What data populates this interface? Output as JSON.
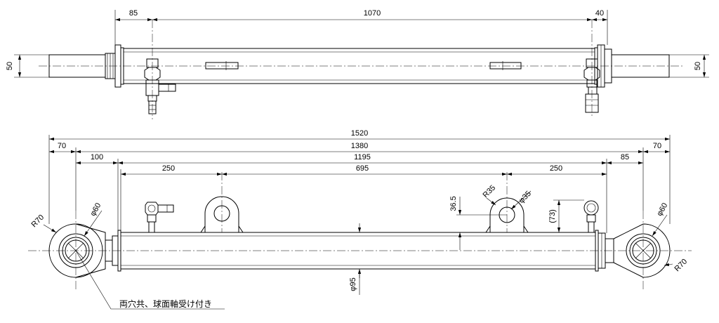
{
  "top_view": {
    "dims": {
      "d85": "85",
      "d1070": "1070",
      "d40": "40",
      "d50_left": "50",
      "d50_right": "50"
    }
  },
  "front_view": {
    "dims": {
      "d1520": "1520",
      "d1380": "1380",
      "d70_left": "70",
      "d70_right": "70",
      "d100": "100",
      "d1195": "1195",
      "d85": "85",
      "d250_left": "250",
      "d695": "695",
      "d250_right": "250",
      "d36_5": "36.5",
      "r35": "R35",
      "phi35": "φ35",
      "d73": "(73)",
      "r70_left": "R70",
      "phi60_left": "φ60",
      "r70_right": "R70",
      "phi60_right": "φ60",
      "phi95": "φ95"
    },
    "note": "両穴共、球面軸受け付き"
  }
}
